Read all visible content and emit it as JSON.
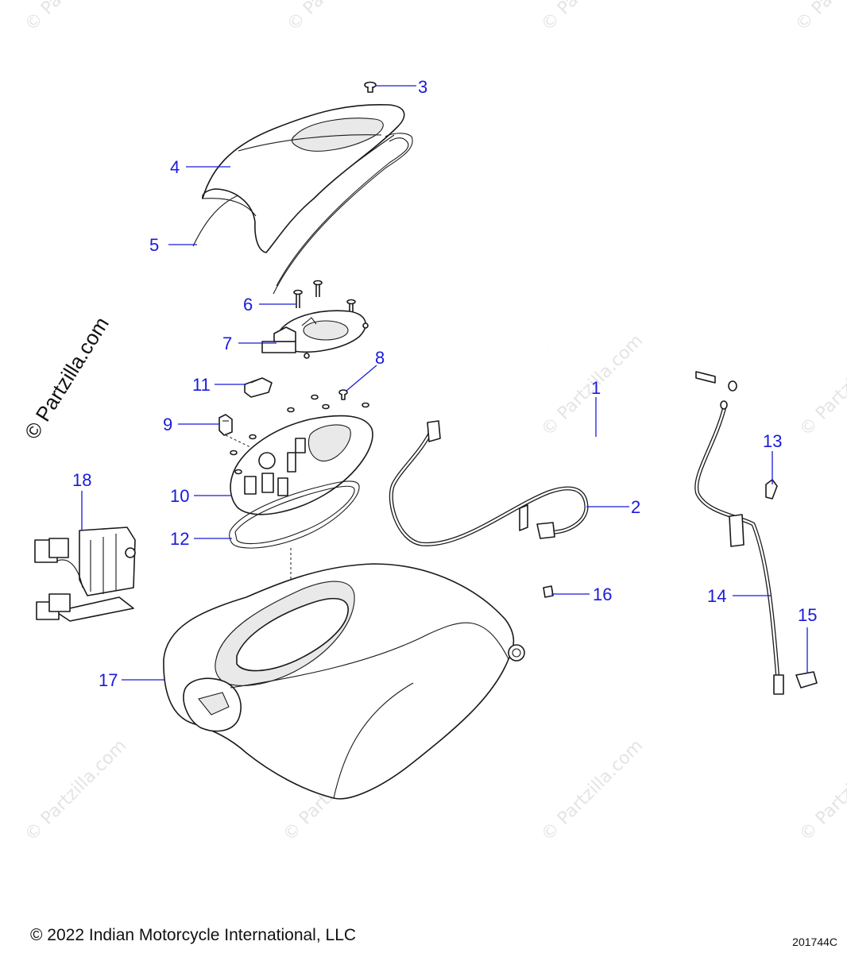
{
  "watermark": {
    "main": "© Partzilla.com",
    "faint": "© Partzilla.com"
  },
  "callouts": [
    "1",
    "2",
    "3",
    "4",
    "5",
    "6",
    "7",
    "8",
    "9",
    "10",
    "11",
    "12",
    "13",
    "14",
    "15",
    "16",
    "17",
    "18"
  ],
  "footer": {
    "copyright": "© 2022 Indian Motorcycle International, LLC",
    "drawing_number": "201744C"
  },
  "colors": {
    "callout": "#1a1adc",
    "line": "#1a1a1a",
    "watermark": "#e4e4e4"
  }
}
